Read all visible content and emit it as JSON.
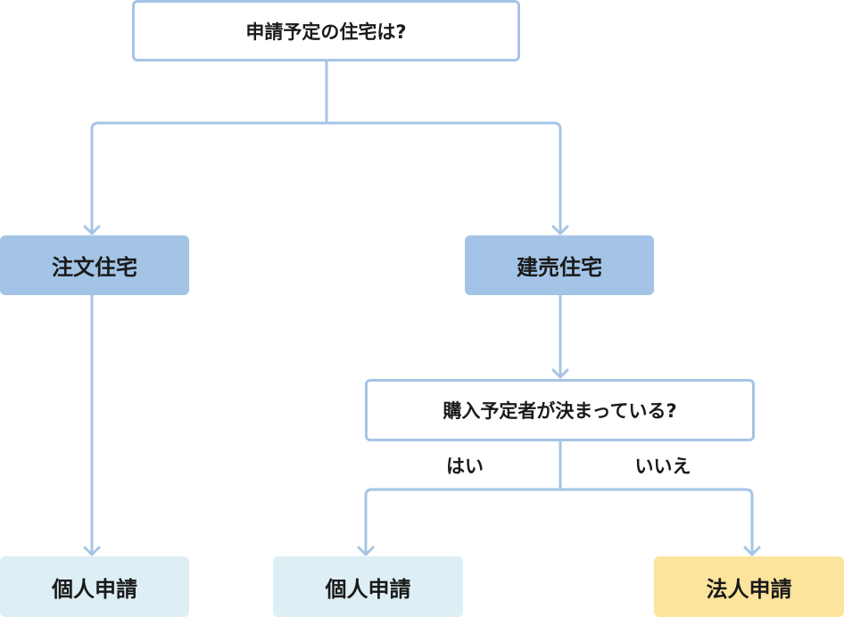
{
  "question_main": "申請予定の住宅は?",
  "option_custom": "注文住宅",
  "option_built": "建売住宅",
  "question_buyer": "購入予定者が決まっている?",
  "branch_yes": "はい",
  "branch_no": "いいえ",
  "result_custom": "個人申請",
  "result_yes": "個人申請",
  "result_no": "法人申請",
  "colors": {
    "connector": "#a6c5e5",
    "category_fill": "#a3c4e6",
    "personal_fill": "#ddeef4",
    "corporate_fill": "#fde49c"
  }
}
